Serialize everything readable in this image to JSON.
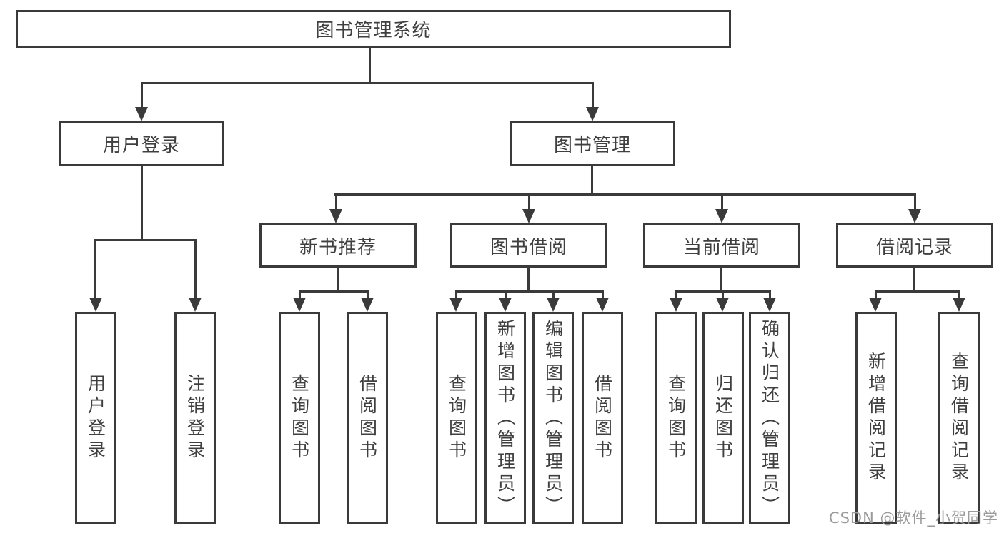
{
  "colors": {
    "line": "#3a3a3a",
    "text": "#3f3f3f",
    "watermark": "#9b9b9b"
  },
  "tree": {
    "root": {
      "label": "图书管理系统"
    },
    "login": {
      "label": "用户登录",
      "children": [
        {
          "label": "用户登录"
        },
        {
          "label": "注销登录"
        }
      ]
    },
    "manage": {
      "label": "图书管理"
    },
    "sections": [
      {
        "label": "新书推荐",
        "children": [
          {
            "label": "查询图书"
          },
          {
            "label": "借阅图书"
          }
        ]
      },
      {
        "label": "图书借阅",
        "children": [
          {
            "label": "查询图书"
          },
          {
            "label": "新增图书（管理员）"
          },
          {
            "label": "编辑图书（管理员）"
          },
          {
            "label": "借阅图书"
          }
        ]
      },
      {
        "label": "当前借阅",
        "children": [
          {
            "label": "查询图书"
          },
          {
            "label": "归还图书"
          },
          {
            "label": "确认归还（管理员）"
          }
        ]
      },
      {
        "label": "借阅记录",
        "children": [
          {
            "label": "新增借阅记录"
          },
          {
            "label": "查询借阅记录"
          }
        ]
      }
    ]
  },
  "watermark": "CSDN @软件_小贺同学"
}
